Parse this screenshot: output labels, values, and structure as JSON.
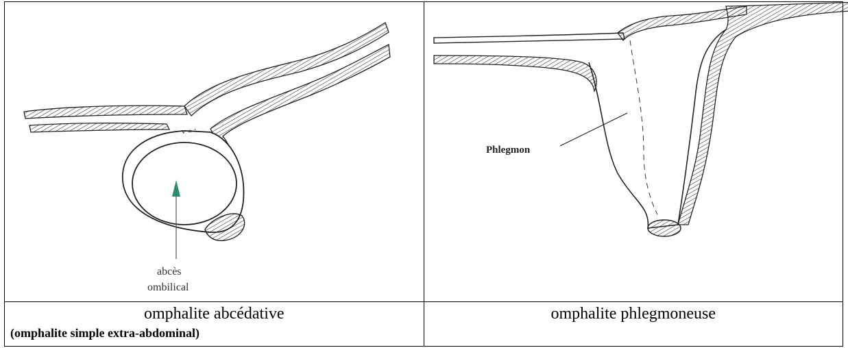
{
  "left_panel": {
    "label": "abcès\nombilical",
    "label_line1": "abcès",
    "label_line2": "ombilical",
    "caption": "omphalite abcédative",
    "subcaption": "(omphalite simple extra-abdominal)",
    "arrow_color": "#2e8b6e"
  },
  "right_panel": {
    "label": "Phlegmon",
    "caption": "omphalite phlegmoneuse"
  }
}
